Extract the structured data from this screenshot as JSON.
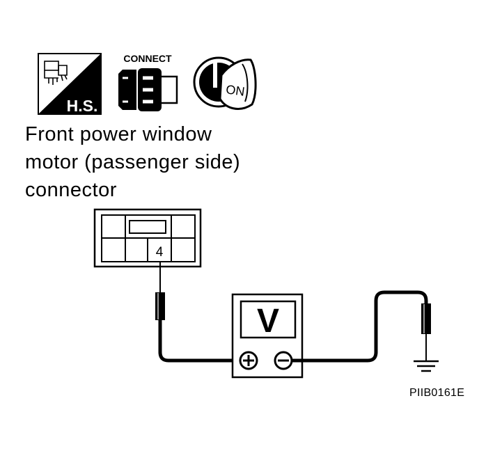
{
  "icons": {
    "harness_sign": {
      "text": "H.S."
    },
    "connect": {
      "text": "CONNECT"
    },
    "ignition": {
      "text": "ON"
    }
  },
  "connector": {
    "label_lines": [
      "Front power window",
      "motor (passenger side)",
      "connector"
    ],
    "terminal": "4"
  },
  "voltmeter": {
    "symbol": "V",
    "plus_symbol": "+",
    "minus_symbol": "−"
  },
  "figure_code": "PIIB0161E",
  "colors": {
    "ink": "#000000",
    "paper": "#ffffff"
  }
}
